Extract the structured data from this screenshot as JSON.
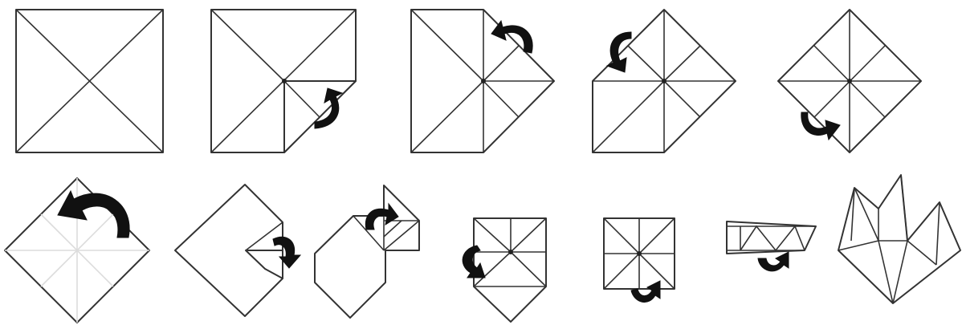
{
  "diagram": {
    "kind": "origami fortune teller folding steps",
    "step_count": 12,
    "colors": {
      "line": "#333333",
      "arrow": "#111111",
      "faint_crease": "#dcdcdc",
      "background": "#ffffff"
    },
    "steps": [
      {
        "step": 1,
        "arrow": false
      },
      {
        "step": 2,
        "arrow": true,
        "arrow_icon": "curved-arrow-icon"
      },
      {
        "step": 3,
        "arrow": true,
        "arrow_icon": "curved-arrow-icon"
      },
      {
        "step": 4,
        "arrow": true,
        "arrow_icon": "curved-arrow-icon"
      },
      {
        "step": 5,
        "arrow": true,
        "arrow_icon": "curved-arrow-icon"
      },
      {
        "step": 6,
        "arrow": true,
        "arrow_icon": "curved-arrow-icon"
      },
      {
        "step": 7,
        "arrow": true,
        "arrow_icon": "curved-arrow-icon"
      },
      {
        "step": 8,
        "arrow": true,
        "arrow_icon": "curved-arrow-icon"
      },
      {
        "step": 9,
        "arrow": true,
        "arrow_icon": "curved-arrow-icon"
      },
      {
        "step": 10,
        "arrow": true,
        "arrow_icon": "curved-arrow-icon"
      },
      {
        "step": 11,
        "arrow": true,
        "arrow_icon": "curved-arrow-icon"
      },
      {
        "step": 12,
        "arrow": false
      }
    ]
  }
}
